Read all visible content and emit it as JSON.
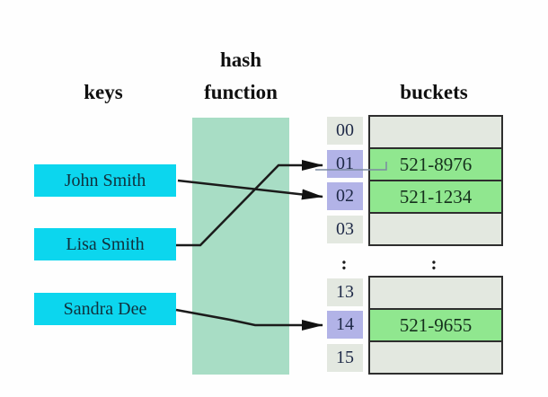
{
  "colors": {
    "cyan": "#0cd6ee",
    "teal": "#a8ddc5",
    "purple": "#b2b3e7",
    "green": "#90e78f",
    "cell-empty": "#e3e8e0",
    "border-dark": "#2e2e2e"
  },
  "headers": {
    "keys": "keys",
    "hash_line1": "hash",
    "hash_line2": "function",
    "buckets": "buckets"
  },
  "keys": [
    {
      "label": "John Smith"
    },
    {
      "label": "Lisa Smith"
    },
    {
      "label": "Sandra Dee"
    }
  ],
  "index_cells": {
    "top": [
      {
        "label": "00",
        "highlighted": false
      },
      {
        "label": "01",
        "highlighted": true
      },
      {
        "label": "02",
        "highlighted": true
      },
      {
        "label": "03",
        "highlighted": false
      }
    ],
    "bottom": [
      {
        "label": "13",
        "highlighted": false
      },
      {
        "label": "14",
        "highlighted": true
      },
      {
        "label": "15",
        "highlighted": false
      }
    ],
    "ellipsis": ":"
  },
  "buckets": {
    "top": [
      {
        "value": "",
        "filled": false
      },
      {
        "value": "521-8976",
        "filled": true
      },
      {
        "value": "521-1234",
        "filled": true
      },
      {
        "value": "",
        "filled": false
      }
    ],
    "bottom": [
      {
        "value": "",
        "filled": false
      },
      {
        "value": "521-9655",
        "filled": true
      },
      {
        "value": "",
        "filled": false
      }
    ],
    "ellipsis": ":"
  },
  "arrows": [
    {
      "from": "John Smith",
      "to_slot": "02"
    },
    {
      "from": "Lisa Smith",
      "to_slot": "01"
    },
    {
      "from": "Sandra Dee",
      "to_slot": "14"
    }
  ]
}
